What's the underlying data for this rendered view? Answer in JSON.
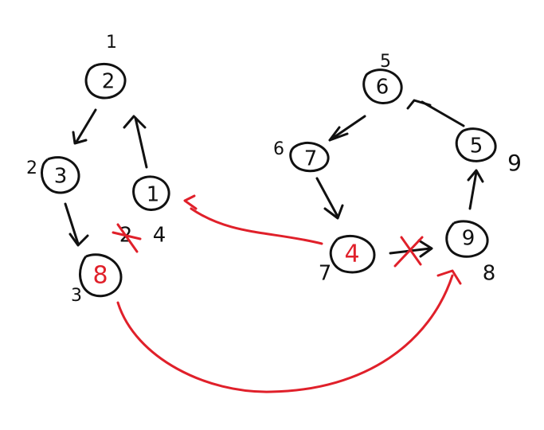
{
  "colors": {
    "ink": "#111111",
    "red": "#e0202a"
  },
  "graph_left": {
    "nodes": [
      {
        "id": "n2",
        "label": "2",
        "index": "1",
        "color": "ink"
      },
      {
        "id": "n3",
        "label": "3",
        "index": "2",
        "color": "ink"
      },
      {
        "id": "n8",
        "label": "8",
        "index": "3",
        "color": "red"
      },
      {
        "id": "n1",
        "label": "1",
        "index": "",
        "color": "ink"
      }
    ],
    "extra_labels": {
      "crossed_number": "2",
      "replacement_number": "4"
    }
  },
  "graph_right": {
    "nodes": [
      {
        "id": "n6",
        "label": "6",
        "index": "5",
        "color": "ink"
      },
      {
        "id": "n7",
        "label": "7",
        "index": "6",
        "color": "ink"
      },
      {
        "id": "n4",
        "label": "4",
        "index": "7",
        "color": "red"
      },
      {
        "id": "n9",
        "label": "9",
        "index": "8",
        "color": "ink"
      },
      {
        "id": "n5",
        "label": "5",
        "index": "9",
        "color": "ink"
      }
    ]
  }
}
